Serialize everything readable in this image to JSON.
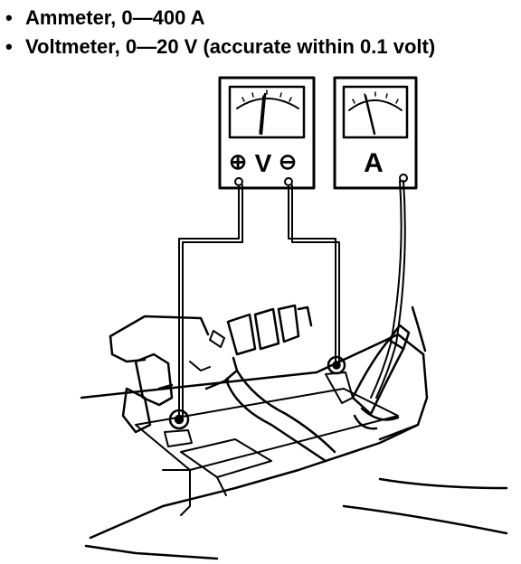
{
  "requirements": [
    {
      "bullet": "•",
      "text": "Ammeter, 0—400 A"
    },
    {
      "bullet": "•",
      "text": "Voltmeter, 0—20 V (accurate within 0.1 volt)"
    }
  ],
  "voltmeter": {
    "plus_symbol": "⊕",
    "unit_letter": "V",
    "minus_symbol": "⊖"
  },
  "ammeter": {
    "unit_letter": "A"
  }
}
